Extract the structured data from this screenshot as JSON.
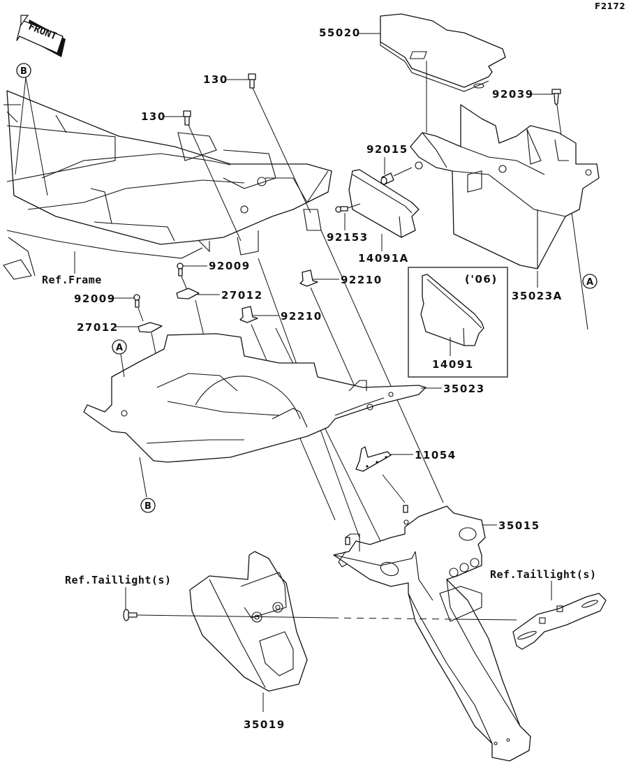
{
  "diagram": {
    "figure_code": "F2172",
    "front_indicator": "FRONT",
    "reference_markers": [
      "A",
      "B"
    ],
    "variant_box": {
      "year_note": "('06)",
      "part": "14091"
    },
    "parts": [
      {
        "id": "55020",
        "label": "55020"
      },
      {
        "id": "92039",
        "label": "92039"
      },
      {
        "id": "130a",
        "label": "130"
      },
      {
        "id": "130b",
        "label": "130"
      },
      {
        "id": "92015",
        "label": "92015"
      },
      {
        "id": "92153",
        "label": "92153"
      },
      {
        "id": "14091A",
        "label": "14091A"
      },
      {
        "id": "35023A",
        "label": "35023A"
      },
      {
        "id": "92009a",
        "label": "92009"
      },
      {
        "id": "27012a",
        "label": "27012"
      },
      {
        "id": "92009b",
        "label": "92009"
      },
      {
        "id": "27012b",
        "label": "27012"
      },
      {
        "id": "92210a",
        "label": "92210"
      },
      {
        "id": "92210b",
        "label": "92210"
      },
      {
        "id": "35023",
        "label": "35023"
      },
      {
        "id": "11054",
        "label": "11054"
      },
      {
        "id": "35015",
        "label": "35015"
      },
      {
        "id": "35019",
        "label": "35019"
      }
    ],
    "references": {
      "frame": "Ref.Frame",
      "taillight_left": "Ref.Taillight(s)",
      "taillight_right": "Ref.Taillight(s)"
    }
  }
}
